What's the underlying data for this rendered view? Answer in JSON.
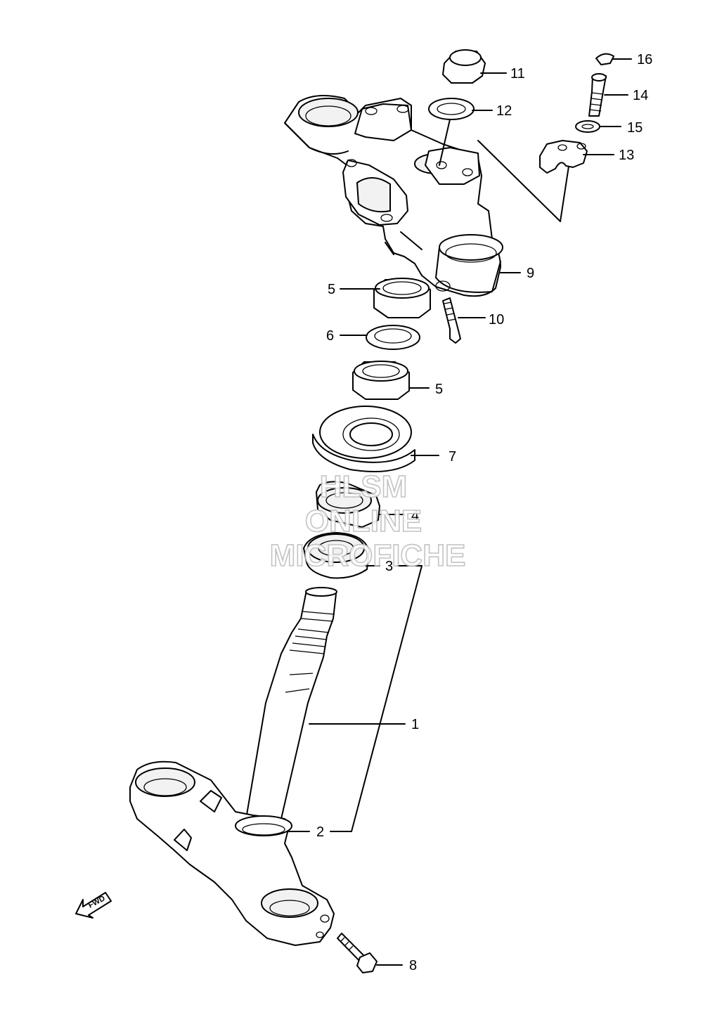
{
  "callouts": {
    "c1": "1",
    "c2": "2",
    "c3": "3",
    "c4": "4",
    "c5a": "5",
    "c5b": "5",
    "c6": "6",
    "c7": "7",
    "c8": "8",
    "c9": "9",
    "c10": "10",
    "c11": "11",
    "c12": "12",
    "c13": "13",
    "c14": "14",
    "c15": "15",
    "c16": "16"
  },
  "watermark": {
    "line1": "HLSM",
    "line2": "ONLINE",
    "line3": "MICROFICHE"
  },
  "direction_arrow": {
    "label": "FWD",
    "icon": "fwd-arrow-icon"
  }
}
